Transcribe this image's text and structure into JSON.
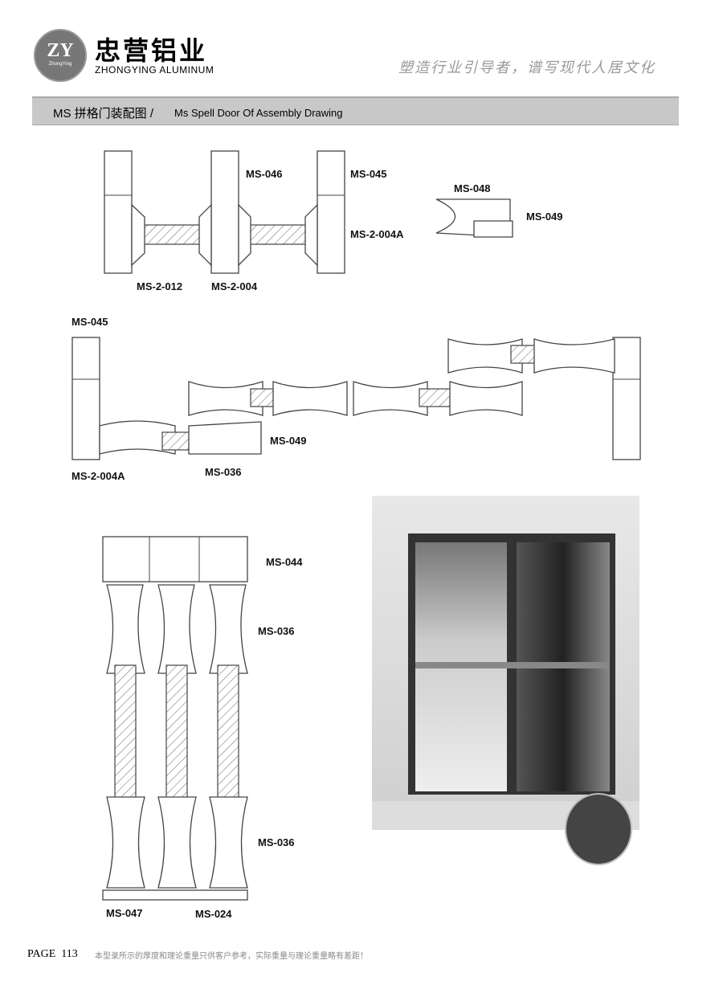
{
  "header": {
    "logo_text": "ZY",
    "logo_subtext": "ZhongYing",
    "brand_cn": "忠营铝业",
    "brand_en": "ZHONGYING ALUMINUM",
    "tagline": "塑造行业引导者，谱写现代人居文化"
  },
  "section": {
    "title_cn": "MS 拼格门装配图 /",
    "title_en": "Ms Spell Door Of Assembly Drawing"
  },
  "labels": {
    "d1": [
      "MS-046",
      "MS-045",
      "MS-2-004A",
      "MS-2-012",
      "MS-2-004"
    ],
    "d2": [
      "MS-048",
      "MS-049"
    ],
    "d3": [
      "MS-045",
      "MS-049",
      "MS-2-004A",
      "MS-036"
    ],
    "d4": [
      "MS-044",
      "MS-036",
      "MS-036",
      "MS-047",
      "MS-024"
    ]
  },
  "footer": {
    "page": "PAGE  113",
    "note": "本型录所示的厚度和理论重量只供客户参考，实际重量与理论重量略有差距！"
  }
}
